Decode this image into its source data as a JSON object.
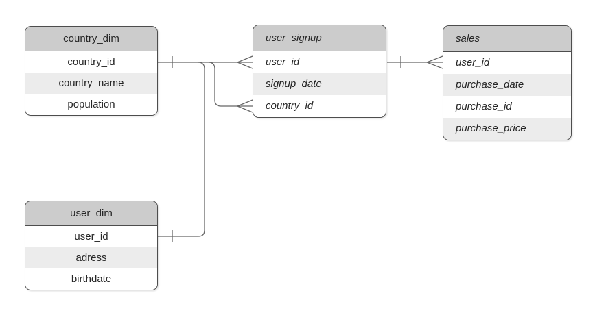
{
  "diagram": {
    "type": "entity-relationship",
    "background": "#ffffff",
    "colors": {
      "header_fill": "#cccccc",
      "row_fill": "#ffffff",
      "row_alt_fill": "#ececec",
      "table_border": "#4d4d4d",
      "connector": "#666666",
      "text": "#262626"
    },
    "tables": [
      {
        "title": "country_dim",
        "text_style": "normal",
        "fields": [
          "country_id",
          "country_name",
          "population"
        ]
      },
      {
        "title": "user_dim",
        "text_style": "normal",
        "fields": [
          "user_id",
          "adress",
          "birthdate"
        ]
      },
      {
        "title": "user_signup",
        "text_style": "italic",
        "fields": [
          "user_id",
          "signup_date",
          "country_id"
        ]
      },
      {
        "title": "sales",
        "text_style": "italic",
        "fields": [
          "user_id",
          "purchase_date",
          "purchase_id",
          "purchase_price"
        ]
      }
    ],
    "relationships": [
      {
        "from": "country_dim.country_id",
        "to": "user_signup.country_id",
        "from_cardinality": "one",
        "to_cardinality": "many",
        "notation": "crow-foot"
      },
      {
        "from": "user_dim.user_id",
        "to": "user_signup.user_id",
        "from_cardinality": "one",
        "to_cardinality": "many",
        "notation": "crow-foot"
      },
      {
        "from": "user_signup.user_id",
        "to": "sales.user_id",
        "from_cardinality": "one",
        "to_cardinality": "many",
        "notation": "crow-foot"
      }
    ]
  }
}
